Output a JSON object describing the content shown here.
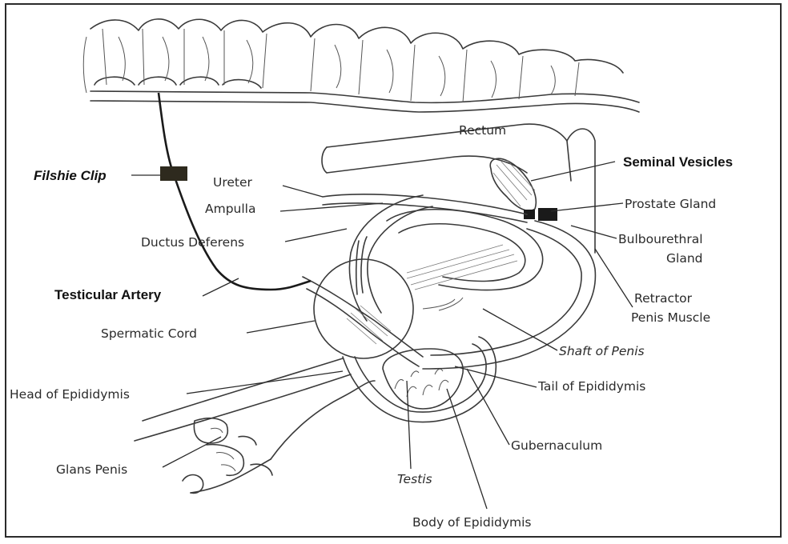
{
  "labels": {
    "filshie_clip": "Filshie Clip",
    "ureter": "Ureter",
    "ampulla": "Ampulla",
    "ductus_deferens": "Ductus Deferens",
    "testicular_artery": "Testicular Artery",
    "spermatic_cord": "Spermatic Cord",
    "head_of_epididymis": "Head of Epididymis",
    "glans_penis": "Glans Penis",
    "testis": "Testis",
    "body_of_epididymis": "Body of Epididymis",
    "gubernaculum": "Gubernaculum",
    "tail_of_epididymis": "Tail of Epididymis",
    "shaft_of_penis": "Shaft of Penis",
    "retractor_penis_muscle_1": "Retractor",
    "retractor_penis_muscle_2": "Penis Muscle",
    "bulbourethral_gland_1": "Bulbourethral",
    "bulbourethral_gland_2": "Gland",
    "prostate_gland": "Prostate Gland",
    "seminal_vesicles": "Seminal Vesicles",
    "rectum": "Rectum"
  },
  "colors": {
    "clip": "#2e2a1e",
    "artery": "#1a1a1a",
    "lines": "#2a2a2a"
  }
}
